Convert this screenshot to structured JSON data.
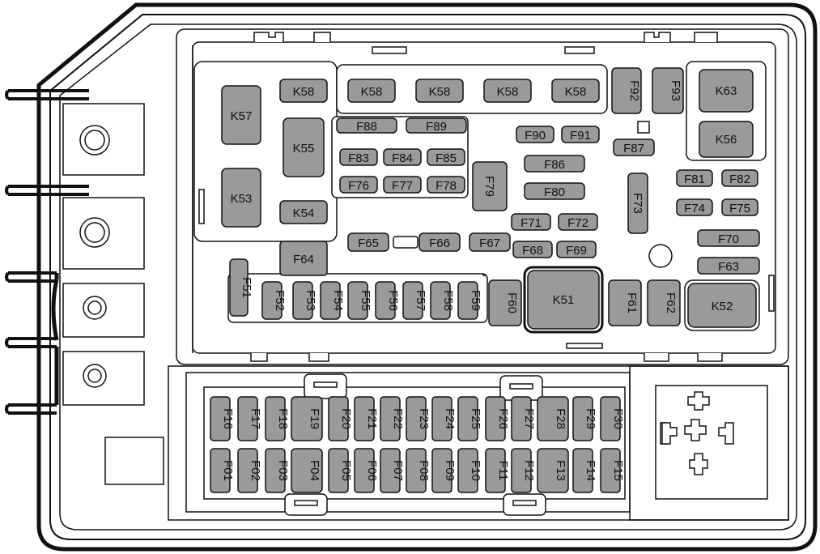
{
  "colors": {
    "fuse_fill": "#9a9a9a",
    "line": "#111111",
    "background": "#ffffff"
  },
  "upper_box": {
    "relays": [
      "K57",
      "K58",
      "K58",
      "K58",
      "K58",
      "K58",
      "K55",
      "K53",
      "K54",
      "K63",
      "K56",
      "K51",
      "K52"
    ],
    "fuses": [
      "F92",
      "F93",
      "F88",
      "F89",
      "F83",
      "F84",
      "F85",
      "F76",
      "F77",
      "F78",
      "F79",
      "F90",
      "F91",
      "F87",
      "F86",
      "F80",
      "F73",
      "F81",
      "F82",
      "F74",
      "F75",
      "F71",
      "F72",
      "F68",
      "F69",
      "F65",
      "F66",
      "F67",
      "F64",
      "F70",
      "F63",
      "F51",
      "F52",
      "F53",
      "F54",
      "F55",
      "F56",
      "F57",
      "F58",
      "F59",
      "F60",
      "F61",
      "F62"
    ]
  },
  "lower_box": {
    "top_row": [
      "F16",
      "F17",
      "F18",
      "F19",
      "F20",
      "F21",
      "F22",
      "F23",
      "F24",
      "F25",
      "F26",
      "F27",
      "F28",
      "F29",
      "F30"
    ],
    "bottom_row": [
      "F01",
      "F02",
      "F03",
      "F04",
      "F05",
      "F06",
      "F07",
      "F08",
      "F09",
      "F10",
      "F11",
      "F12",
      "F13",
      "F14",
      "F15"
    ]
  }
}
